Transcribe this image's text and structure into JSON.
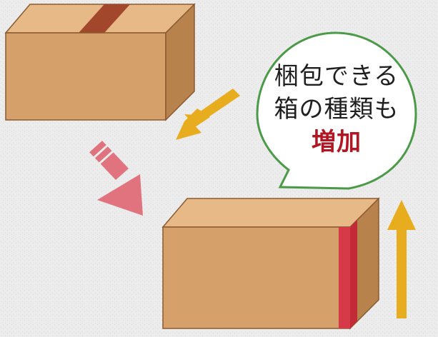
{
  "bubble": {
    "line1": "梱包できる",
    "line2": "箱の種類も",
    "line3": "増加"
  },
  "colors": {
    "background": "#ececec",
    "box_front": "#d6a06a",
    "box_top": "#e6b884",
    "box_side": "#b8824d",
    "tape": "#a2472c",
    "tape_red": "#d63a48",
    "arrow_yellow": "#e8ad1f",
    "arrow_pink": "#e0737e",
    "bubble_border": "#4b9a48",
    "accent_text": "#b11622"
  },
  "icons": {
    "box_top_left": "cardboard-box-icon",
    "box_bottom_right": "cardboard-box-icon",
    "arrow_down_left": "arrow-down-left-icon",
    "arrow_diagonal": "arrow-down-right-icon",
    "arrow_up": "arrow-up-icon"
  }
}
